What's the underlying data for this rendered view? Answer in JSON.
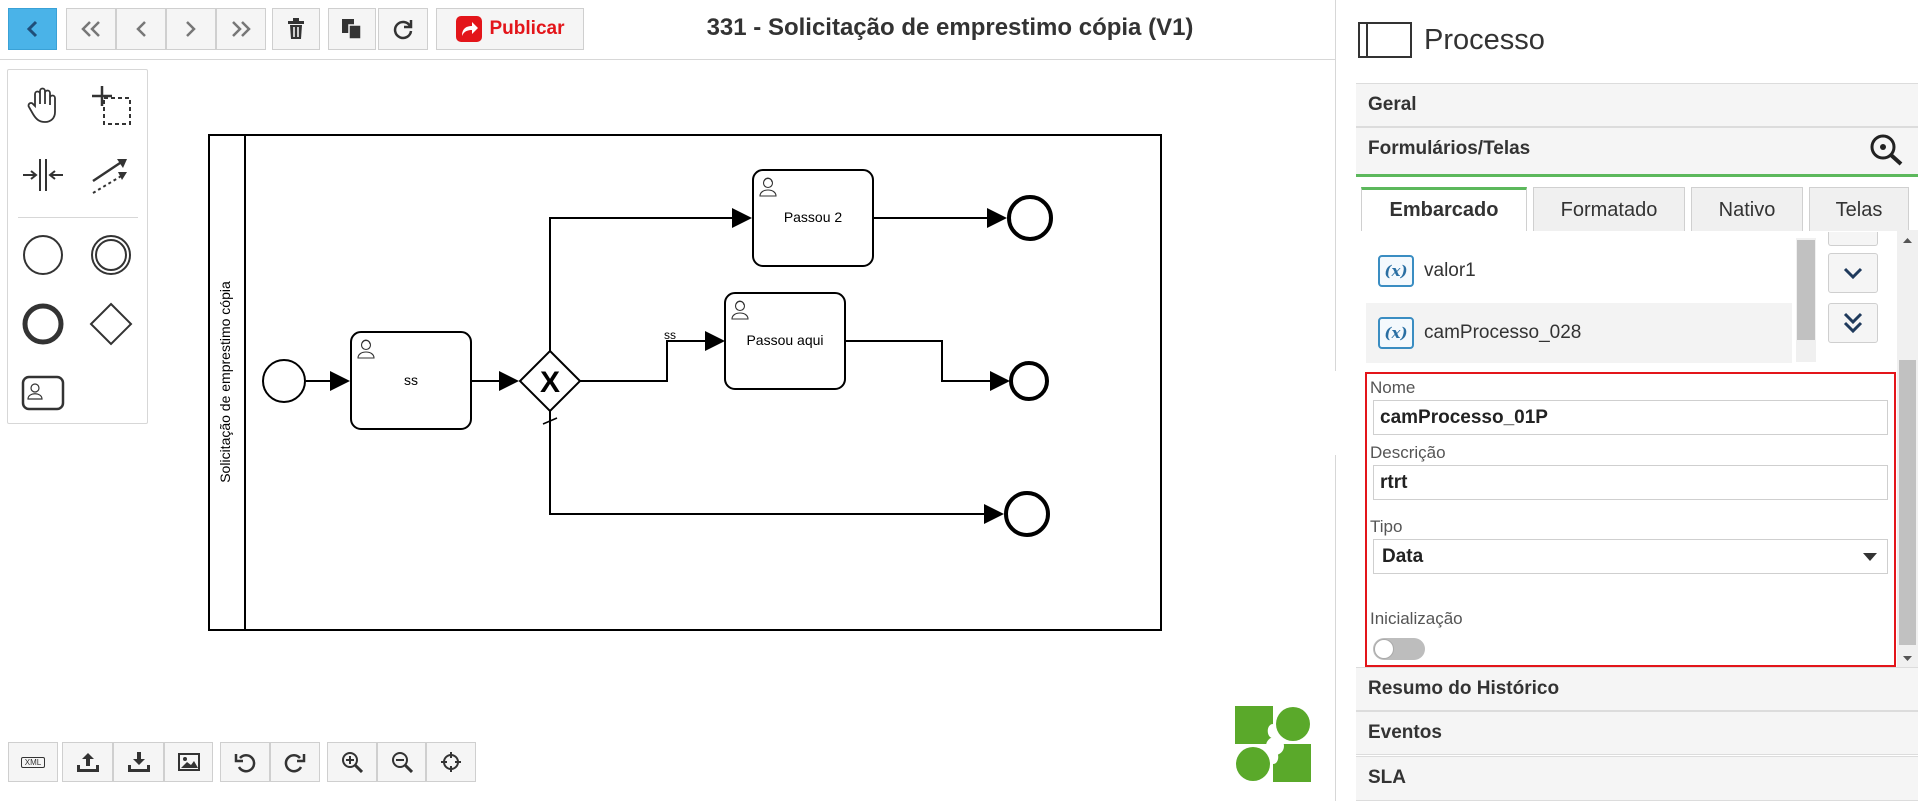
{
  "editor": {
    "title": "331 - Solicitação de emprestimo cópia (V1)",
    "toolbar": {
      "back": "back-icon",
      "first": "double-chevron-left-icon",
      "prev": "chevron-left-icon",
      "next": "chevron-right-icon",
      "last": "double-chevron-right-icon",
      "delete": "trash-icon",
      "copy": "copy-icon",
      "refresh": "refresh-icon",
      "publish_label": "Publicar"
    },
    "palette": [
      "hand-tool-icon",
      "lasso-tool-icon",
      "space-tool-icon",
      "connect-tool-icon",
      "start-event-icon",
      "intermediate-event-icon",
      "end-event-icon",
      "gateway-icon",
      "user-task-icon"
    ],
    "bottom_toolbar": {
      "xml_label": "XML"
    }
  },
  "diagram": {
    "pool_label": "Solicitação de emprestimo cópia",
    "tasks": [
      {
        "id": "t1",
        "label": "ss"
      },
      {
        "id": "t2",
        "label": "Passou 2"
      },
      {
        "id": "t3",
        "label": "Passou aqui"
      }
    ],
    "gateway_label": "X",
    "flow_label": "ss"
  },
  "panel": {
    "title": "Processo",
    "sections": {
      "geral": "Geral",
      "forms": "Formulários/Telas",
      "historico": "Resumo do Histórico",
      "eventos": "Eventos",
      "sla": "SLA"
    },
    "tabs": [
      "Embarcado",
      "Formatado",
      "Nativo",
      "Telas"
    ],
    "variables": [
      {
        "name": "valor1"
      },
      {
        "name": "camProcesso_028"
      }
    ],
    "var_icon_text": "(x)",
    "form": {
      "nome_label": "Nome",
      "nome_value": "camProcesso_01P",
      "descricao_label": "Descrição",
      "descricao_value": "rtrt",
      "tipo_label": "Tipo",
      "tipo_value": "Data",
      "inicializacao_label": "Inicialização",
      "inicializacao_on": false
    },
    "colors": {
      "accent": "#5cb85c",
      "highlight": "#e3151a",
      "primary": "#4ab3e8"
    }
  }
}
